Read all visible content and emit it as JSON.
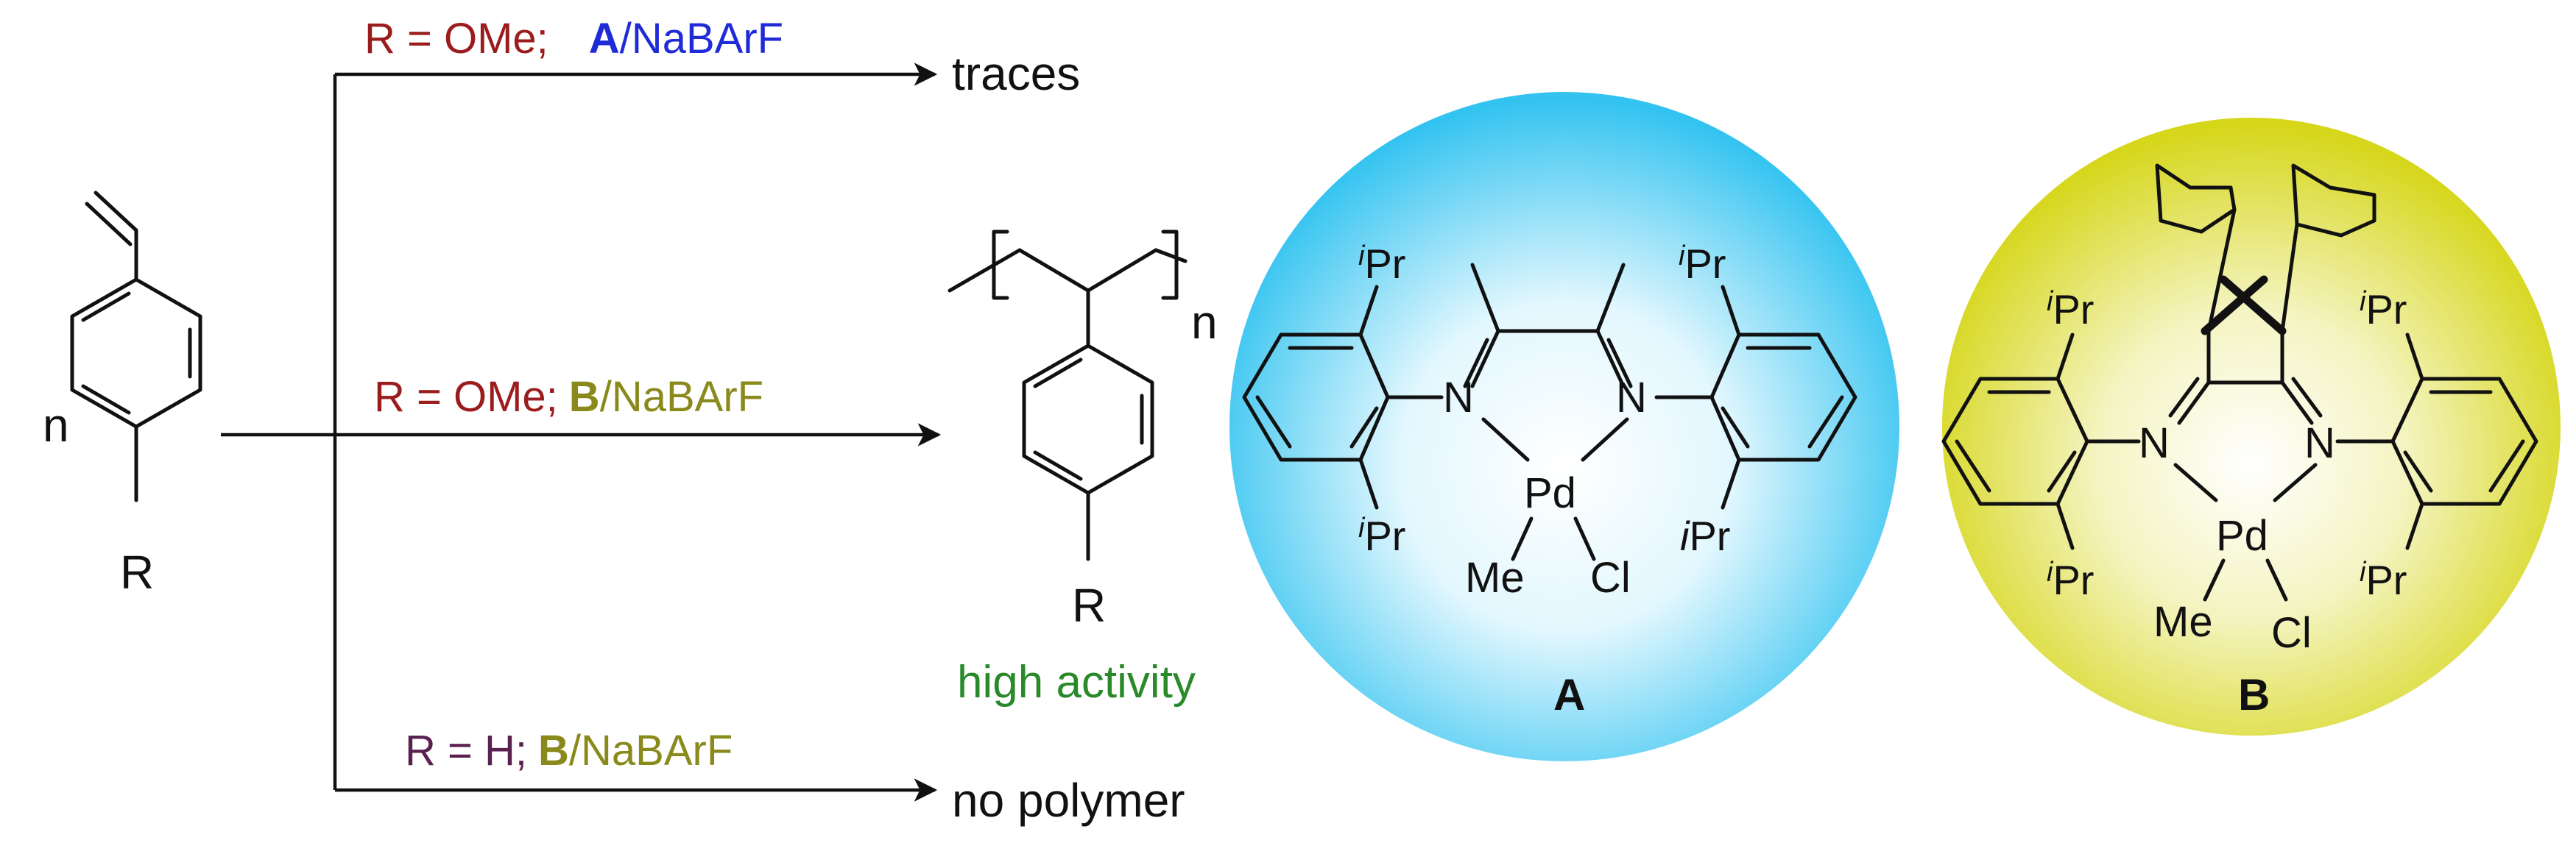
{
  "colors": {
    "condition_red": "#9b1c1c",
    "catalyst_A_blue": "#1f2bd6",
    "catalyst_B_olive": "#8a8a1c",
    "condition_purple": "#5a2150",
    "high_activity_green": "#2a8a2a",
    "circle_A": "#33c3f0",
    "circle_B": "#d6d61a"
  },
  "reactant": {
    "n_label": "n",
    "r_label": "R"
  },
  "reactions": {
    "top": {
      "condition_prefix": "R = OMe;",
      "catalyst": "A",
      "cocatalyst": "/NaBArF",
      "product": "traces"
    },
    "middle": {
      "condition_prefix": "R = OMe;",
      "catalyst": "B",
      "cocatalyst": "/NaBArF",
      "polymer_n": "n",
      "polymer_r": "R",
      "outcome": "high activity"
    },
    "bottom": {
      "condition_prefix": "R = H;",
      "catalyst": "B",
      "cocatalyst": "/NaBArF",
      "product": "no polymer"
    }
  },
  "catalyst_A": {
    "label": "A",
    "ipr_i": "i",
    "ipr_pr": "Pr",
    "n_atom": "N",
    "metal": "Pd",
    "methyl": "Me",
    "chloride": "Cl"
  },
  "catalyst_B": {
    "label": "B",
    "ipr_i": "i",
    "ipr_pr": "Pr",
    "n_atom": "N",
    "metal": "Pd",
    "methyl": "Me",
    "chloride": "Cl"
  }
}
